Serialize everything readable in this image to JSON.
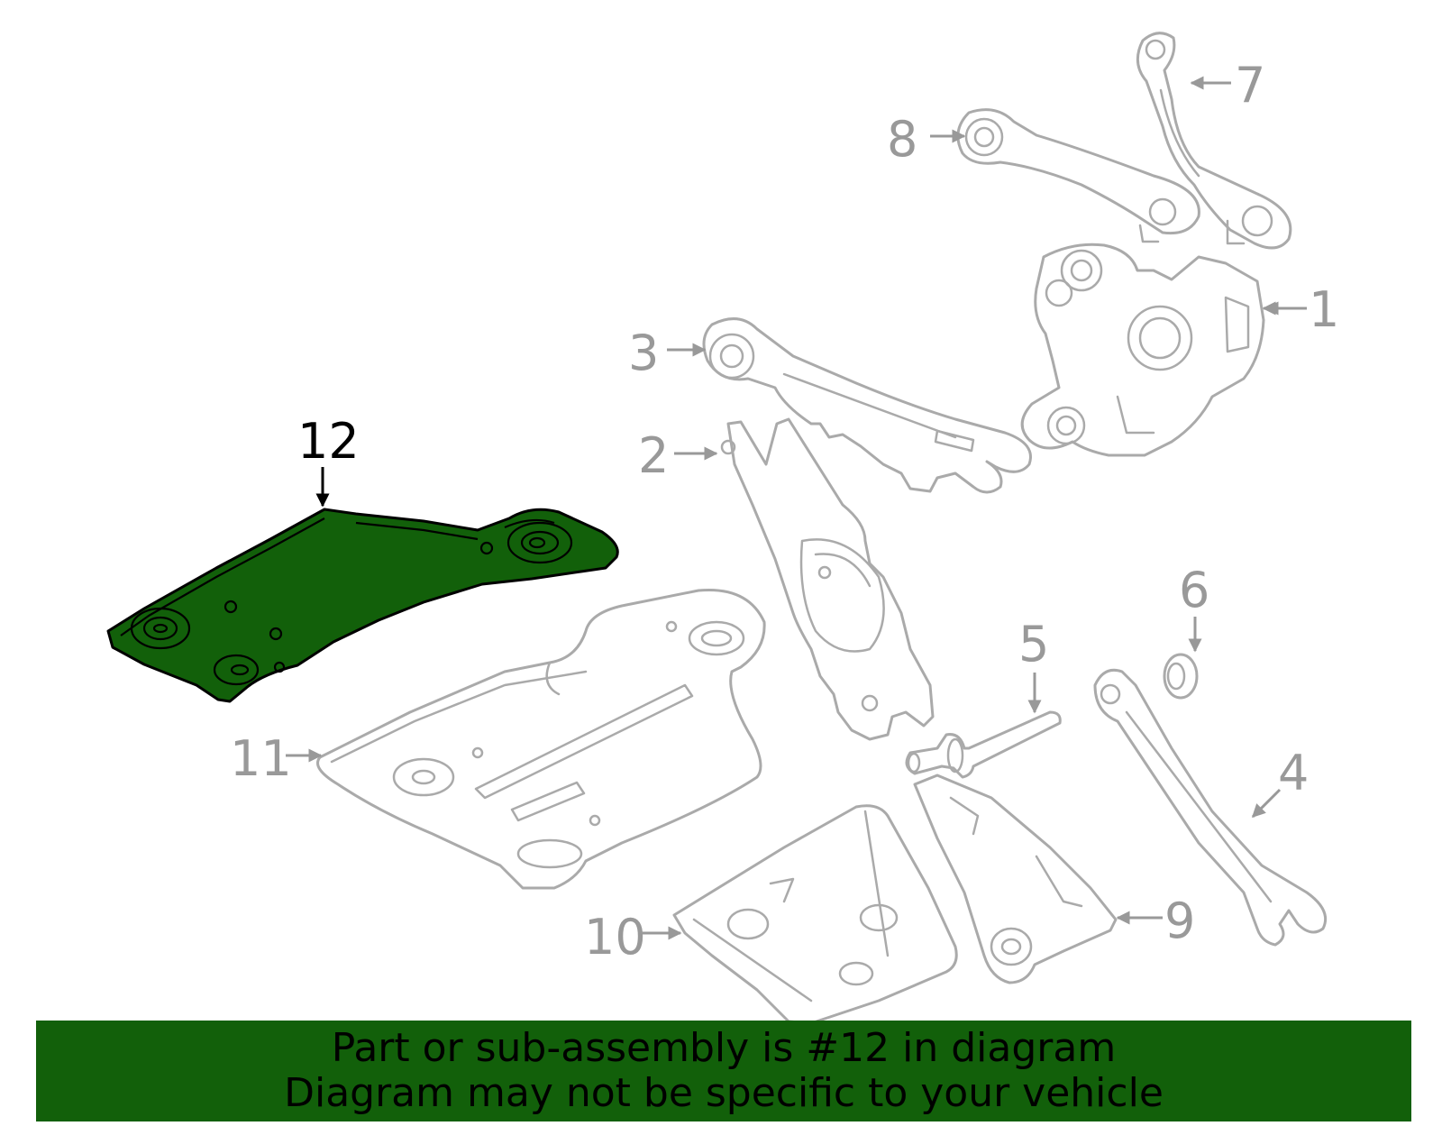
{
  "diagram": {
    "selected_callout": "12",
    "colors": {
      "highlight": "#12600a",
      "parts_outline": "#aaaaaa",
      "callout_gray": "#999999",
      "callout_active": "#000000",
      "background": "#ffffff"
    },
    "callouts": {
      "c1": "1",
      "c2": "2",
      "c3": "3",
      "c4": "4",
      "c5": "5",
      "c6": "6",
      "c7": "7",
      "c8": "8",
      "c9": "9",
      "c10": "10",
      "c11": "11",
      "c12": "12"
    }
  },
  "banner": {
    "line1": "Part or sub-assembly is #12 in diagram",
    "line2": "Diagram may not be specific to your vehicle"
  }
}
